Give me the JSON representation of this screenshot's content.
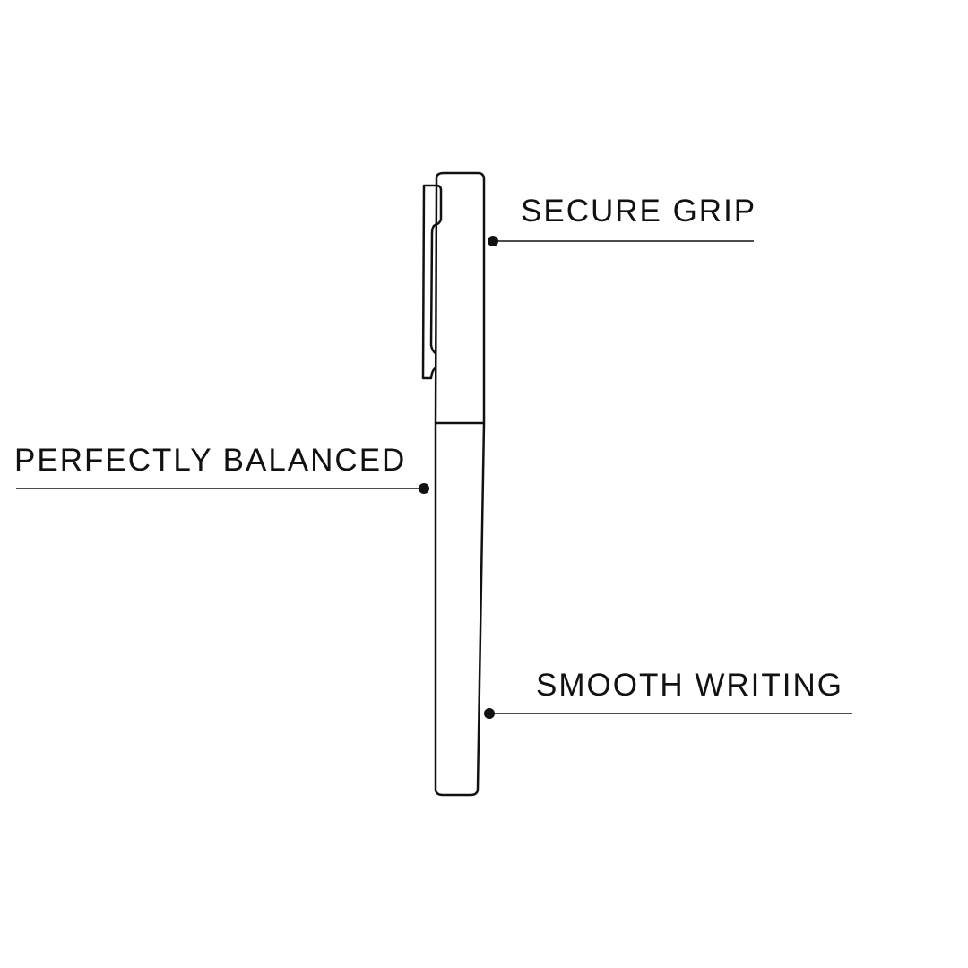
{
  "features": [
    {
      "label": "SECURE GRIP"
    },
    {
      "label": "PERFECTLY BALANCED"
    },
    {
      "label": "SMOOTH WRITING"
    }
  ],
  "colors": {
    "ink": "#111111",
    "background": "#ffffff"
  }
}
